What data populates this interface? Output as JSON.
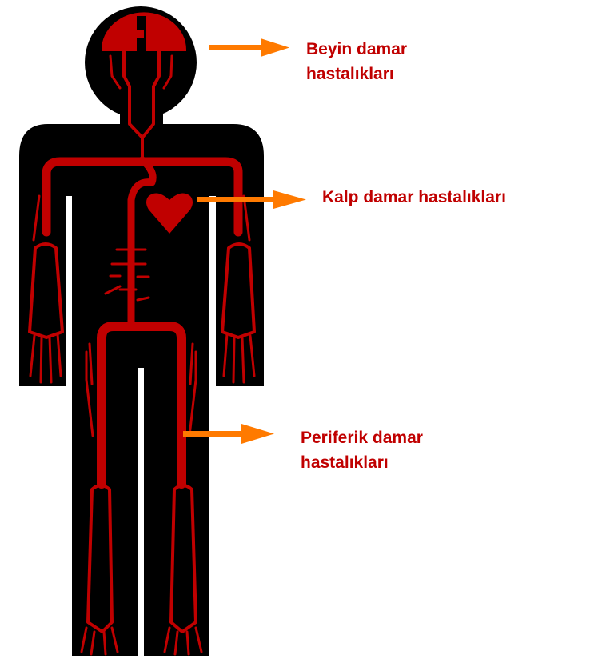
{
  "colors": {
    "body": "#000000",
    "vessel": "#c00000",
    "arrow": "#ff7a00",
    "label": "#c00000"
  },
  "icons": [
    "human-body-icon",
    "brain-icon",
    "heart-icon",
    "arrow-right-icon"
  ],
  "labels": {
    "brain": {
      "line1": "Beyin damar",
      "line2": "hastalıkları"
    },
    "heart": {
      "line1": "Kalp damar hastalıkları"
    },
    "peripheral": {
      "line1": "Periferik damar",
      "line2": "hastalıkları"
    }
  }
}
